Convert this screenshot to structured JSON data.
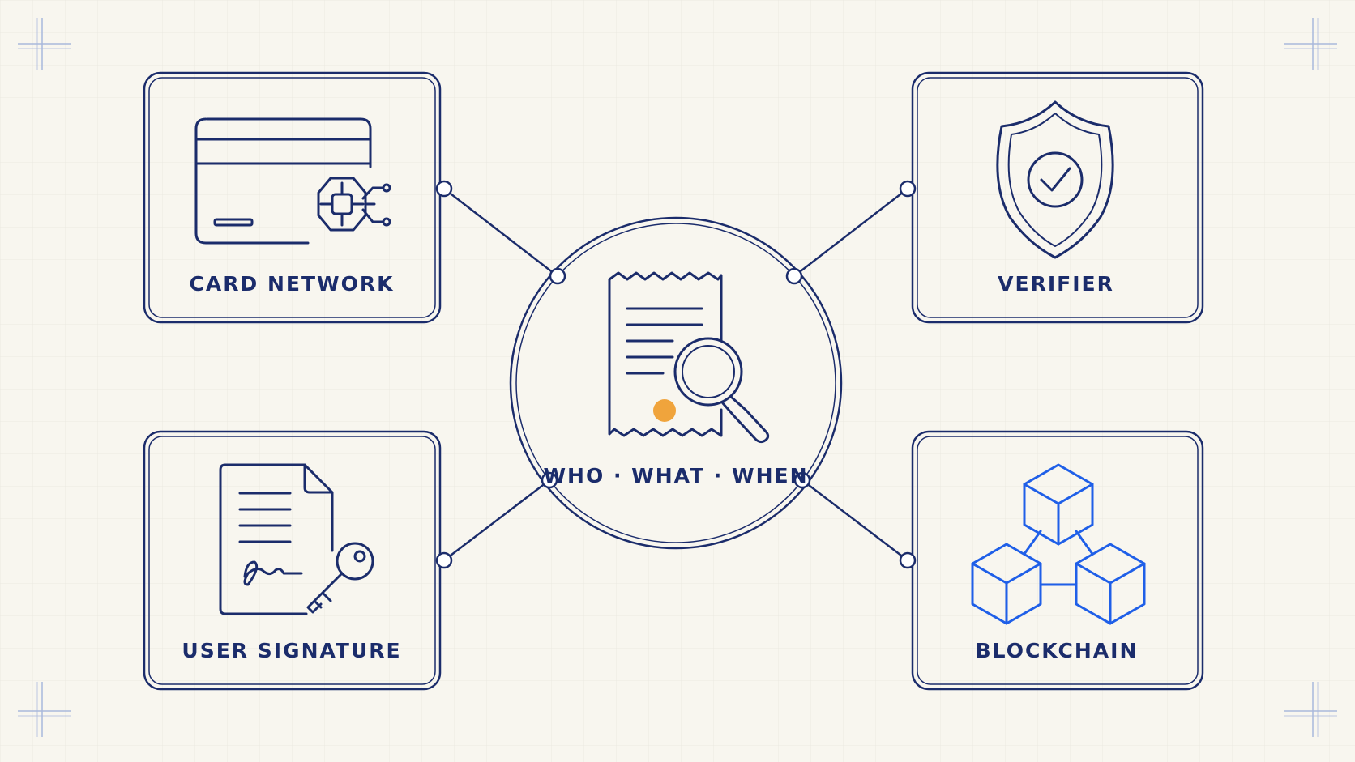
{
  "colors": {
    "background": "#f8f6ef",
    "grid": "#e8e6df",
    "line": "#1b2c6b",
    "text": "#1b2c6b",
    "accent_orange": "#f0a43c",
    "blockchain_blue": "#1f5fe8",
    "crosshair": "#9fb1dc"
  },
  "hub": {
    "label": "WHO · WHAT · WHEN",
    "icon": "receipt-magnifier-icon"
  },
  "nodes": {
    "card_network": {
      "label": "CARD NETWORK",
      "icon": "credit-card-chip-icon"
    },
    "verifier": {
      "label": "VERIFIER",
      "icon": "shield-check-icon"
    },
    "user_signature": {
      "label": "USER SIGNATURE",
      "icon": "signed-document-key-icon"
    },
    "blockchain": {
      "label": "BLOCKCHAIN",
      "icon": "linked-cubes-icon"
    }
  }
}
